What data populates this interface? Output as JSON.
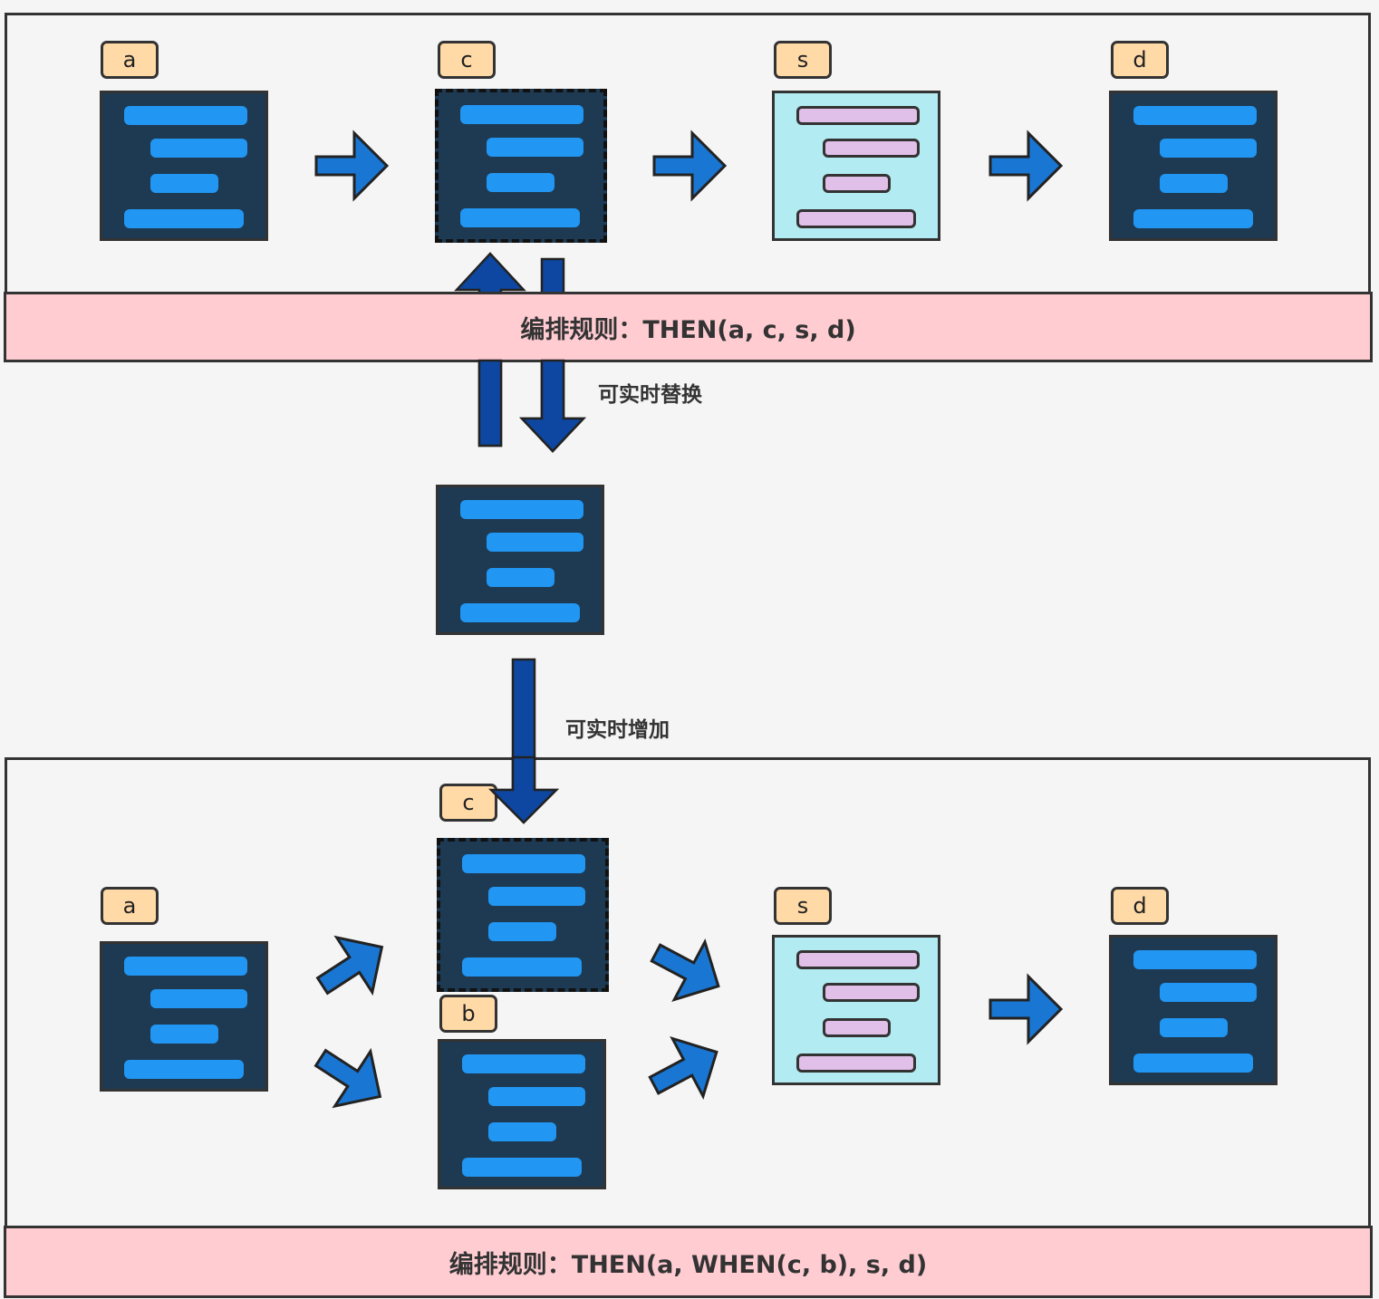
{
  "top_section": {
    "rule_label": "编排规则：THEN(a, c, s, d)",
    "nodes": [
      {
        "id": "a"
      },
      {
        "id": "c"
      },
      {
        "id": "s"
      },
      {
        "id": "d"
      }
    ]
  },
  "middle_section": {
    "replace_label": "可实时替换",
    "add_label": "可实时增加"
  },
  "bottom_section": {
    "rule_label": "编排规则：THEN(a, WHEN(c, b), s, d)",
    "nodes": [
      {
        "id": "a"
      },
      {
        "id": "c"
      },
      {
        "id": "b"
      },
      {
        "id": "s"
      },
      {
        "id": "d"
      }
    ]
  },
  "colors": {
    "dark_node": "#1e3a52",
    "dark_bar": "#2196f3",
    "light_node": "#b3ebf2",
    "light_bar": "#e0bfe8",
    "badge": "#ffd9a6",
    "banner": "#ffccd2",
    "flow_arrow": "#1976d2",
    "vertical_arrow": "#0d47a1"
  }
}
